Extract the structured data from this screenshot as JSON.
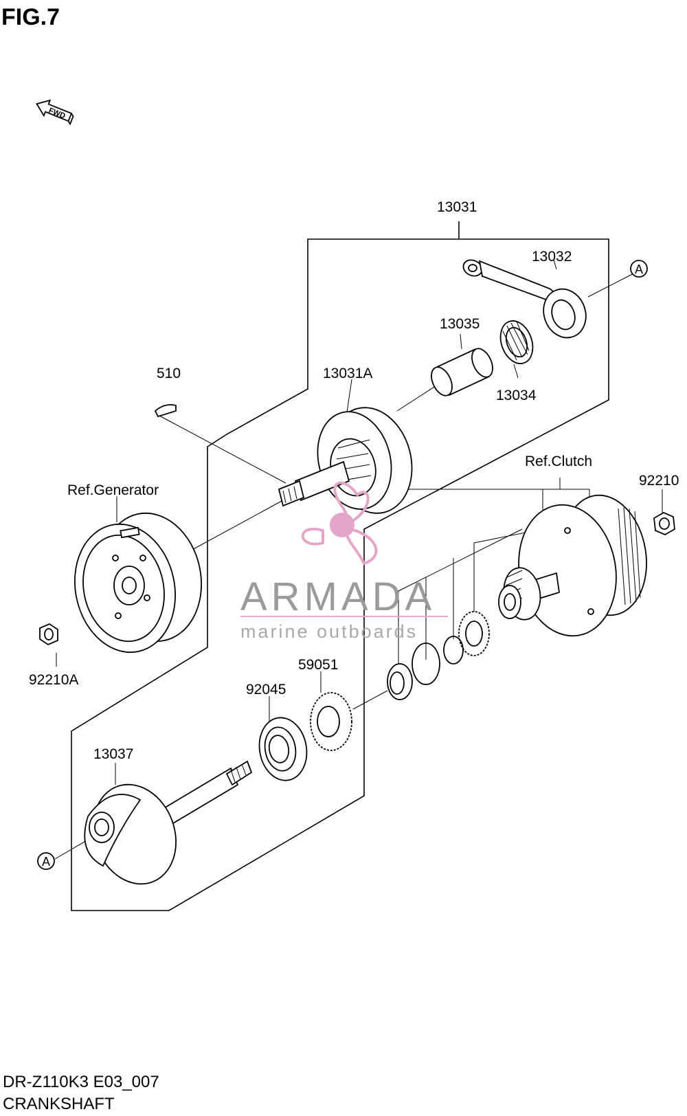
{
  "figure_title": "FIG.7",
  "direction_marker": {
    "text": "FWD",
    "icon": "fwd-arrow-icon"
  },
  "callouts": {
    "crankshaft_assy": "13031",
    "connecting_rod": "13032",
    "crank_pin": "13035",
    "needle_bearing": "13034",
    "crankshaft_left": "13031A",
    "key": "510",
    "generator_ref": "Ref.Generator",
    "generator_nut": "92210A",
    "clutch_ref": "Ref.Clutch",
    "clutch_nut": "92210",
    "drive_gear": "59051",
    "ball_bearing": "92045",
    "crankshaft_right": "13037"
  },
  "reference_marks": {
    "upper": "A",
    "lower": "A"
  },
  "watermark": {
    "brand": "ARMADA",
    "tagline": "marine outboards",
    "accent_color": "#e3a6c8"
  },
  "footer": {
    "model_code": "DR-Z110K3 E03_007",
    "section": "CRANKSHAFT"
  }
}
